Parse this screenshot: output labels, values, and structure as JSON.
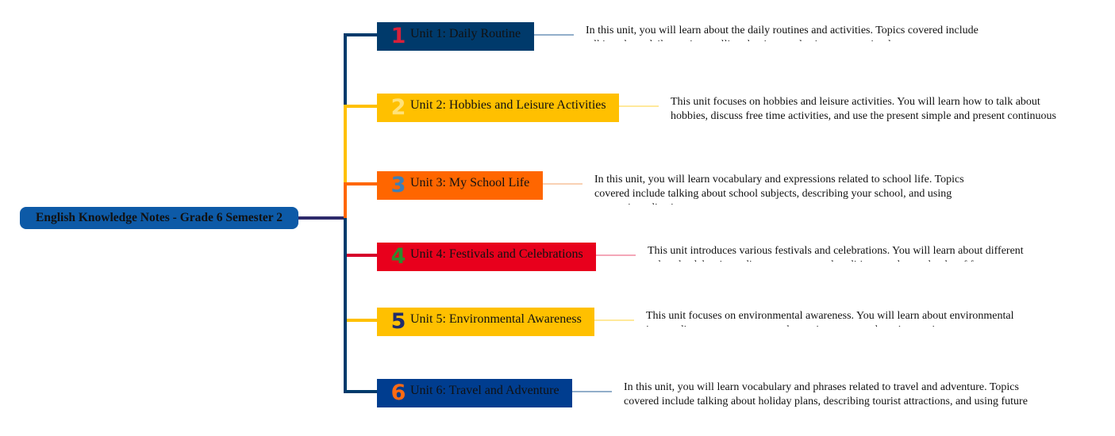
{
  "root": {
    "label": "English Knowledge Notes - Grade 6 Semester 2",
    "color": "#0d5aa7"
  },
  "units": [
    {
      "number": "1",
      "title": "Unit 1: Daily Routine",
      "box_color": "#003a6b",
      "num_color": "#d8203a",
      "line_color": "#003a6b",
      "desc_line_color": "#6f93b8",
      "description": "In this unit, you will learn about the daily routines and activities. Topics covered include talking about daily routines, telling the time, and using present simple tense."
    },
    {
      "number": "2",
      "title": "Unit 2: Hobbies and Leisure Activities",
      "box_color": "#ffc000",
      "num_color": "#ffe27a",
      "line_color": "#ffc000",
      "desc_line_color": "#ffe27a",
      "description": "This unit focuses on hobbies and leisure activities. You will learn how to talk about hobbies, discuss free time activities, and use the present simple and present continuous tense."
    },
    {
      "number": "3",
      "title": "Unit 3: My School Life",
      "box_color": "#ff6600",
      "num_color": "#3f7fb5",
      "line_color": "#ff6600",
      "desc_line_color": "#f7c29a",
      "description": "In this unit, you will learn vocabulary and expressions related to school life. Topics covered include talking about school subjects, describing your school, and using possessive adjectives."
    },
    {
      "number": "4",
      "title": "Unit 4: Festivals and Celebrations",
      "box_color": "#e8001c",
      "num_color": "#2e8b2e",
      "line_color": "#d6002a",
      "desc_line_color": "#f08aa0",
      "description": "This unit introduces various festivals and celebrations. You will learn about different cultural celebrations, discuss customs and traditions, and use adverbs of frequency."
    },
    {
      "number": "5",
      "title": "Unit 5: Environmental Awareness",
      "box_color": "#ffc000",
      "num_color": "#1f2d6b",
      "line_color": "#ffc000",
      "desc_line_color": "#ffe27a",
      "description": "This unit focuses on environmental awareness. You will learn about environmental issues, discuss ways to protect the environment, and use imperative sentences."
    },
    {
      "number": "6",
      "title": "Unit 6: Travel and Adventure",
      "box_color": "#003d8f",
      "num_color": "#ff6a13",
      "line_color": "#003a6b",
      "desc_line_color": "#6f93b8",
      "description": "In this unit, you will learn vocabulary and phrases related to travel and adventure. Topics covered include talking about holiday plans, describing tourist attractions, and using future tenses."
    }
  ]
}
